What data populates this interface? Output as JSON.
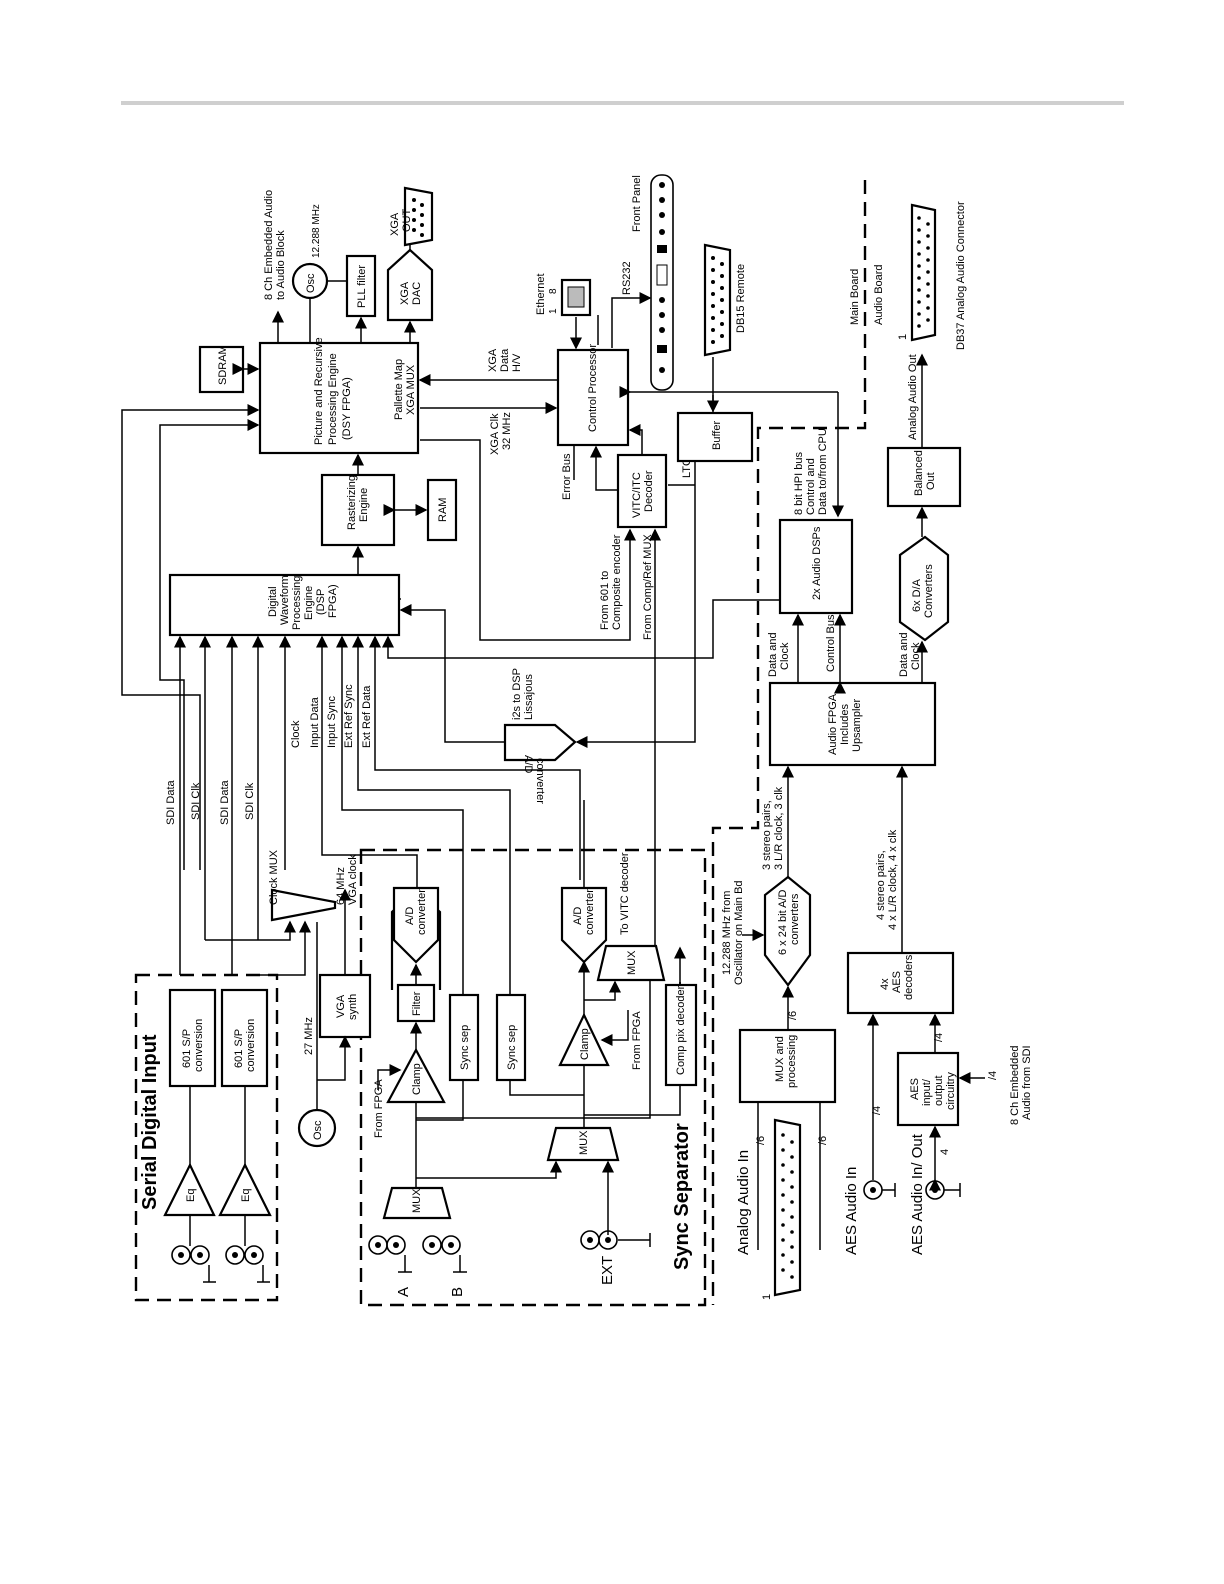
{
  "sections": {
    "serial_digital_input": "Serial Digital Input",
    "sync_separator": "Sync Separator",
    "main_board": "Main Board",
    "audio_board": "Audio Board"
  },
  "blocks": {
    "sdram": "SDRAM",
    "osc_top": "Osc",
    "osc_freq": "12.288 MHz",
    "embedded_audio": [
      "8 Ch Embedded Audio",
      "to Audio Block"
    ],
    "pll_filter": "PLL filter",
    "xga_dac": [
      "XGA",
      "DAC"
    ],
    "xga_out": [
      "XGA",
      "OUT"
    ],
    "picture_engine": [
      "Picture and Recursive",
      "Processing Engine",
      "(DSY FPGA)"
    ],
    "palette_map": [
      "Pallette Map",
      "XGA MUX"
    ],
    "rasterizing": [
      "Rasterizing",
      "Engine"
    ],
    "ram": "RAM",
    "dwp_engine": [
      "Digital",
      "Waveform",
      "Processing",
      "Engine",
      "(DSP",
      "FPGA)"
    ],
    "control_processor": "Control Processor",
    "vitc": [
      "VITC/ITC",
      "Decoder"
    ],
    "buffer": "Buffer",
    "ethernet": "Ethernet",
    "eth_pins": [
      "1",
      "8"
    ],
    "rs232": "RS232",
    "front_panel": "Front Panel",
    "db15": "DB15 Remote",
    "audio_dsps": "2x Audio DSPs",
    "hpi_bus": [
      "8 bit HPI bus",
      "Control and",
      "Data to/from CPU"
    ],
    "balanced_out": [
      "Balanced",
      "Out"
    ],
    "analog_audio_out": "Analog Audio Out",
    "db37": "DB37 Analog Audio Connector",
    "db37_pin": "1",
    "da_conv": [
      "6x D/A",
      "Converters"
    ],
    "audio_fpga": [
      "Audio FPGA",
      "Includes",
      "Upsampler"
    ],
    "ad_conv_audio": [
      "6 x 24 bit A/D",
      "converters"
    ],
    "aes_decoders": [
      "4x",
      "AES",
      "decoders"
    ],
    "mux_processing": [
      "MUX and",
      "processing"
    ],
    "aes_io": [
      "AES",
      "input/",
      "output",
      "circuitry"
    ],
    "analog_audio_in": "Analog Audio In",
    "analog_in_pin": "1",
    "aes_audio_in": "AES Audio In",
    "aes_audio_inout": "AES Audio In/ Out",
    "sdi_embedded": [
      "8 Ch Embedded",
      "Audio from SDI"
    ],
    "osc_bd": [
      "12.288 MHz from",
      "Oscillator on Main Bd"
    ],
    "stereo3": [
      "3 stereo pairs,",
      "3 L/R clock, 3 clk"
    ],
    "stereo4": [
      "4 stereo pairs,",
      "4 x L/R clock, 4 x clk"
    ],
    "s_p_conv": [
      "601 S/P",
      "conversion"
    ],
    "eq": "Eq",
    "clock_mux": "Clock MUX",
    "vga_synth": [
      "VGA",
      "synth"
    ],
    "vga_clock": [
      "64 MHz",
      "VGA clock"
    ],
    "osc_27": "27 MHz",
    "osc_bottom": "Osc",
    "ad_conv": [
      "A/D",
      "converter"
    ],
    "filter": "Filter",
    "sync_sep": "Sync sep",
    "clamp": "Clamp",
    "mux": "MUX",
    "comp_pix": "Comp pix decoder",
    "from_fpga": "From FPGA",
    "to_vitc": "To VITC decoder",
    "input_a": "A",
    "input_b": "B",
    "input_ext": "EXT",
    "ad_conv_i2s": [
      "A/D",
      "converter"
    ],
    "i2s_dsp": [
      "i2s to DSP",
      "Lissajous"
    ],
    "from_601": [
      "From 601 to",
      "Composite encoder"
    ],
    "from_comp_ref": "From Comp/Ref MUX",
    "error_bus": "Error Bus",
    "ltc": "LTC",
    "xga_data": [
      "XGA",
      "Data",
      "H/V"
    ],
    "xga_clk": [
      "XGA Clk",
      "32 MHz"
    ],
    "data_clock": [
      "Data and",
      "Clock"
    ],
    "control_bus": "Control Bus"
  },
  "signals": [
    "SDI Data",
    "SDI Clk",
    "SDI Data",
    "SDI Clk",
    "Clock",
    "Input Data",
    "Input Sync",
    "Ext Ref Sync",
    "Ext Ref Data"
  ],
  "bus_labels": {
    "b6": "/6",
    "b4": "/4",
    "four": "4"
  }
}
